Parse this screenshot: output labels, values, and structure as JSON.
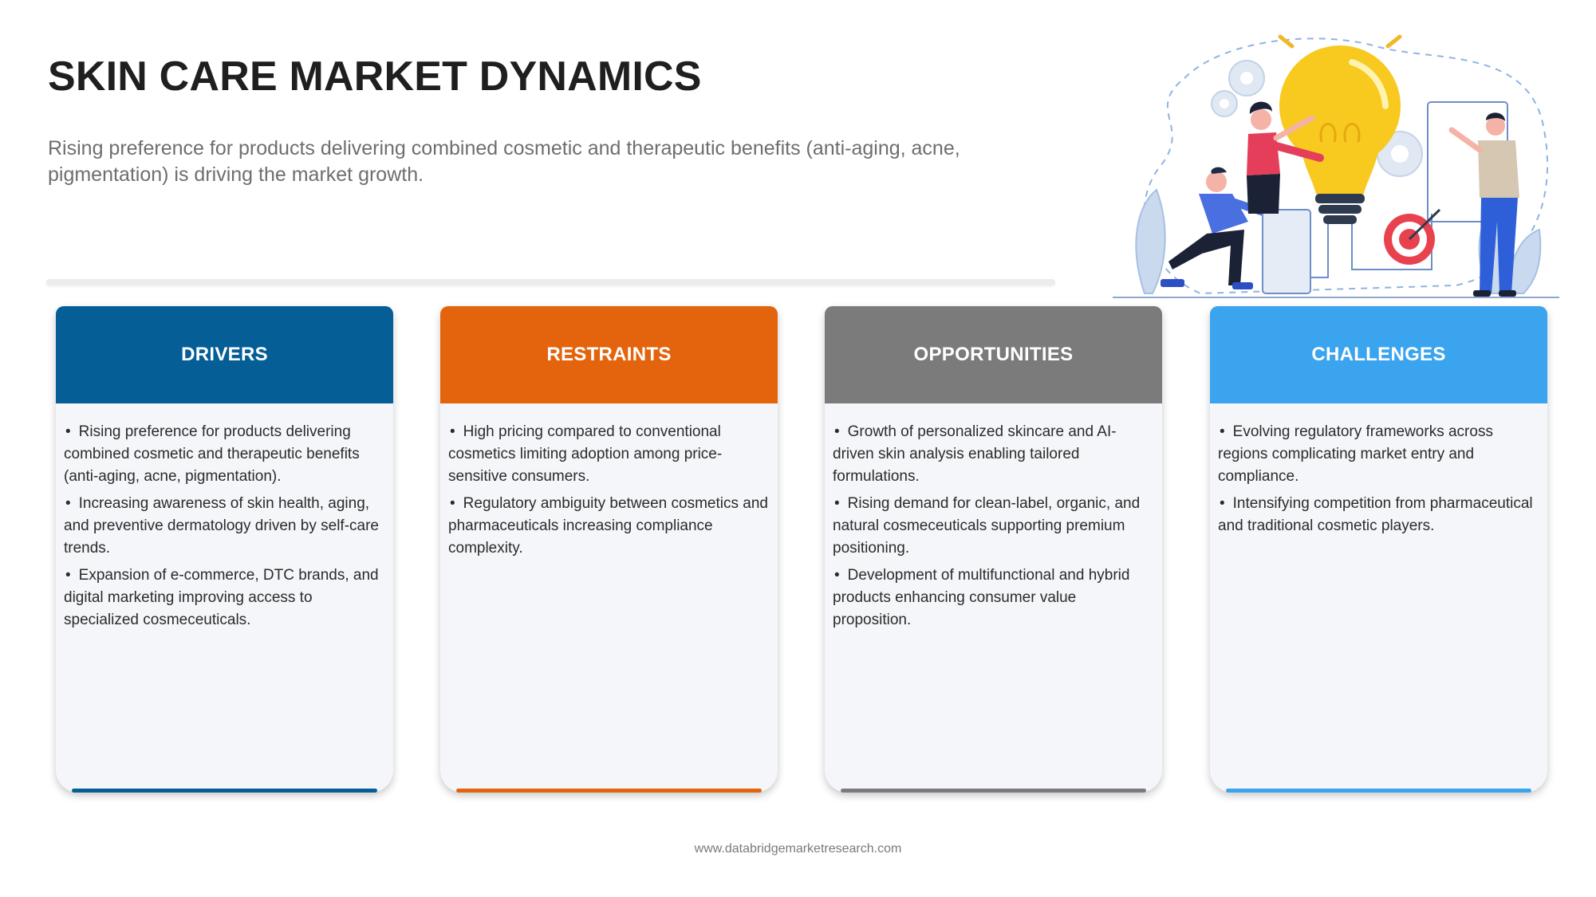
{
  "page": {
    "title": "SKIN CARE MARKET DYNAMICS",
    "subtitle": "Rising preference for products delivering combined cosmetic and therapeutic benefits (anti-aging, acne, pigmentation) is driving the market growth.",
    "footer": "www.databridgemarketresearch.com"
  },
  "colors": {
    "drivers": "#055E96",
    "restraints": "#E3640C",
    "opportunities": "#7B7B7B",
    "challenges": "#3AA5EE"
  },
  "illustration": {
    "icons": [
      "lightbulb-icon",
      "gear-icon",
      "target-icon",
      "person-icon"
    ]
  },
  "cards": [
    {
      "header": "DRIVERS",
      "items": [
        "Rising preference for products delivering combined cosmetic and therapeutic benefits (anti-aging, acne, pigmentation).",
        "Increasing awareness of skin health, aging, and preventive dermatology driven by self-care trends.",
        "Expansion of e-commerce, DTC brands, and digital marketing improving access to specialized cosmeceuticals."
      ]
    },
    {
      "header": "RESTRAINTS",
      "items": [
        "High pricing compared to conventional cosmetics limiting adoption among price-sensitive consumers.",
        "Regulatory ambiguity between cosmetics and pharmaceuticals increasing compliance complexity."
      ]
    },
    {
      "header": "OPPORTUNITIES",
      "items": [
        "Growth of personalized skincare and AI-driven skin analysis enabling tailored formulations.",
        "Rising demand for clean-label, organic, and natural cosmeceuticals supporting premium positioning.",
        "Development of multifunctional and hybrid products enhancing consumer value proposition."
      ]
    },
    {
      "header": "CHALLENGES",
      "items": [
        "Evolving regulatory frameworks across regions complicating market entry and compliance.",
        "Intensifying competition from pharmaceutical and traditional cosmetic players."
      ]
    }
  ]
}
